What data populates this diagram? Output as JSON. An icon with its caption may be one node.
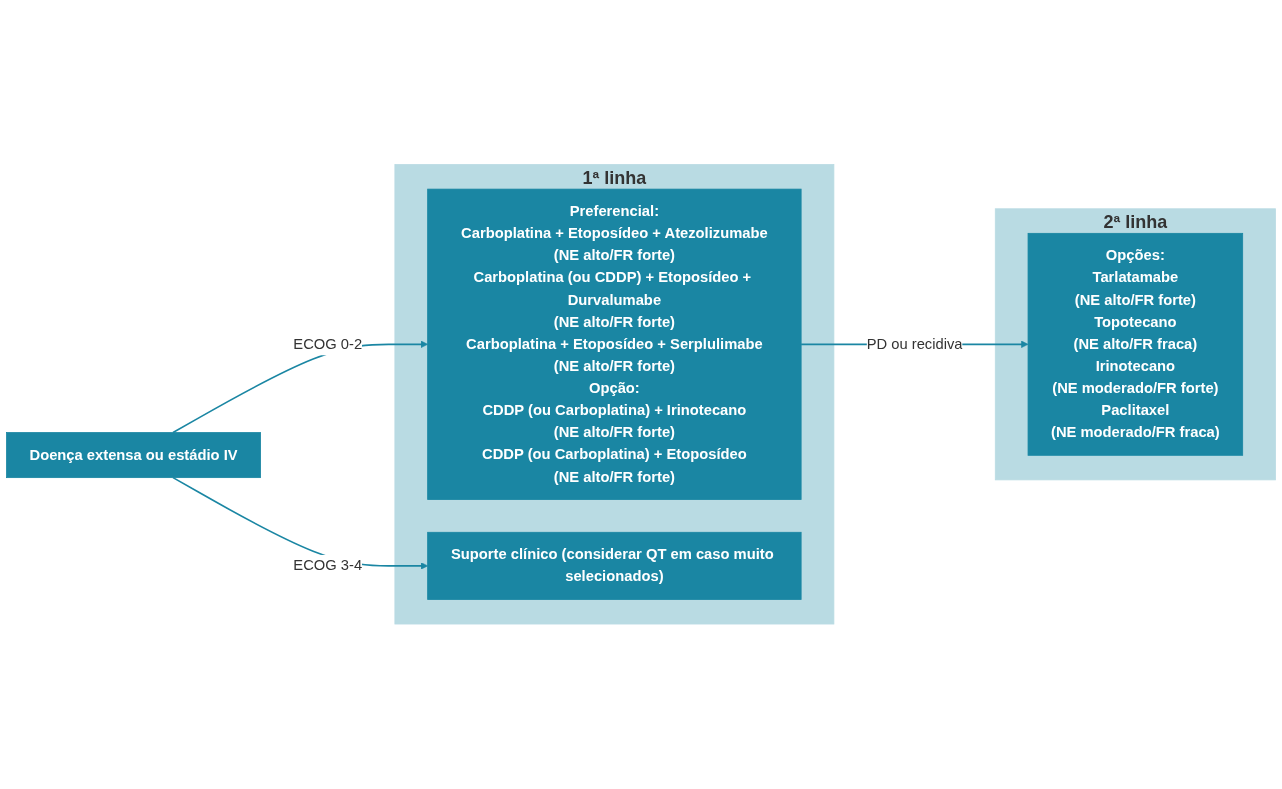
{
  "diagram": {
    "nodes": [
      {
        "text": [
          "Doença extensa ou estádio IV"
        ]
      },
      {
        "text": [
          "1ª linha"
        ]
      },
      {
        "text": [
          "Preferencial:",
          "Carboplatina + Etoposídeo + Atezolizumabe",
          "(NE alto/FR forte)",
          "Carboplatina (ou CDDP) + Etoposídeo + Durvalumabe",
          "(NE alto/FR forte)",
          "Carboplatina + Etoposídeo + Serplulimabe",
          "(NE alto/FR forte)",
          "Opção:",
          "CDDP (ou Carboplatina) + Irinotecano",
          "(NE alto/FR forte)",
          "CDDP (ou Carboplatina) + Etoposídeo",
          "(NE alto/FR forte)"
        ],
        "in": 1
      },
      {
        "text": [
          "Suporte clínico (considerar QT em caso muito selecionados)"
        ],
        "in": 1
      },
      {
        "text": [
          "2ª linha"
        ]
      },
      {
        "text": [
          "Opções:",
          "Tarlatamabe",
          "(NE alto/FR forte)",
          "Topotecano",
          "(NE alto/FR fraca)",
          "Irinotecano",
          "(NE moderado/FR forte)",
          "Paclitaxel",
          "(NE moderado/FR fraca)"
        ],
        "in": 4
      }
    ],
    "edges": [
      {
        "from": 0,
        "to": 2,
        "arrow": "to",
        "label": "ECOG 0-2"
      },
      {
        "from": 0,
        "to": 3,
        "arrow": "to",
        "label": "ECOG 3-4"
      },
      {
        "from": 2,
        "to": 5,
        "arrow": "to",
        "label": "PD ou recidiva"
      }
    ]
  }
}
